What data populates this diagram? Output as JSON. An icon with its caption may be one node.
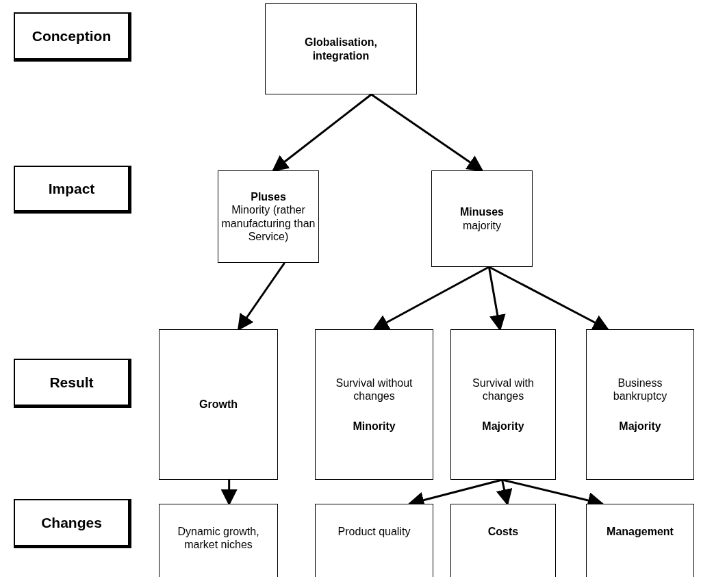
{
  "diagram": {
    "nodes": [
      {
        "text": [
          "Conception"
        ]
      },
      {
        "text": [
          "Globalisation, integration"
        ]
      },
      {
        "text": [
          "Impact"
        ]
      },
      {
        "text": [
          "Pluses",
          "Minority (rather manufacturing than Service)"
        ]
      },
      {
        "text": [
          "Minuses",
          "majority"
        ]
      },
      {
        "text": [
          "Result"
        ]
      },
      {
        "text": [
          "Growth"
        ]
      },
      {
        "text": [
          "Survival without changes",
          "Minority"
        ]
      },
      {
        "text": [
          "Survival with changes",
          "Majority"
        ]
      },
      {
        "text": [
          "Business bankruptcy",
          "Majority"
        ]
      },
      {
        "text": [
          "Changes"
        ]
      },
      {
        "text": [
          "Dynamic growth, market niches"
        ]
      },
      {
        "text": [
          "Product quality"
        ]
      },
      {
        "text": [
          "Costs"
        ]
      },
      {
        "text": [
          "Management"
        ]
      }
    ],
    "edges": [
      {
        "from": 1,
        "to": 3,
        "arrow": "to"
      },
      {
        "from": 1,
        "to": 4,
        "arrow": "to"
      },
      {
        "from": 3,
        "to": 6,
        "arrow": "to"
      },
      {
        "from": 4,
        "to": 7,
        "arrow": "to"
      },
      {
        "from": 4,
        "to": 8,
        "arrow": "to"
      },
      {
        "from": 4,
        "to": 9,
        "arrow": "to"
      },
      {
        "from": 6,
        "to": 11,
        "arrow": "to"
      },
      {
        "from": 8,
        "to": 12,
        "arrow": "to"
      },
      {
        "from": 8,
        "to": 13,
        "arrow": "to"
      },
      {
        "from": 8,
        "to": 14,
        "arrow": "to"
      }
    ]
  }
}
